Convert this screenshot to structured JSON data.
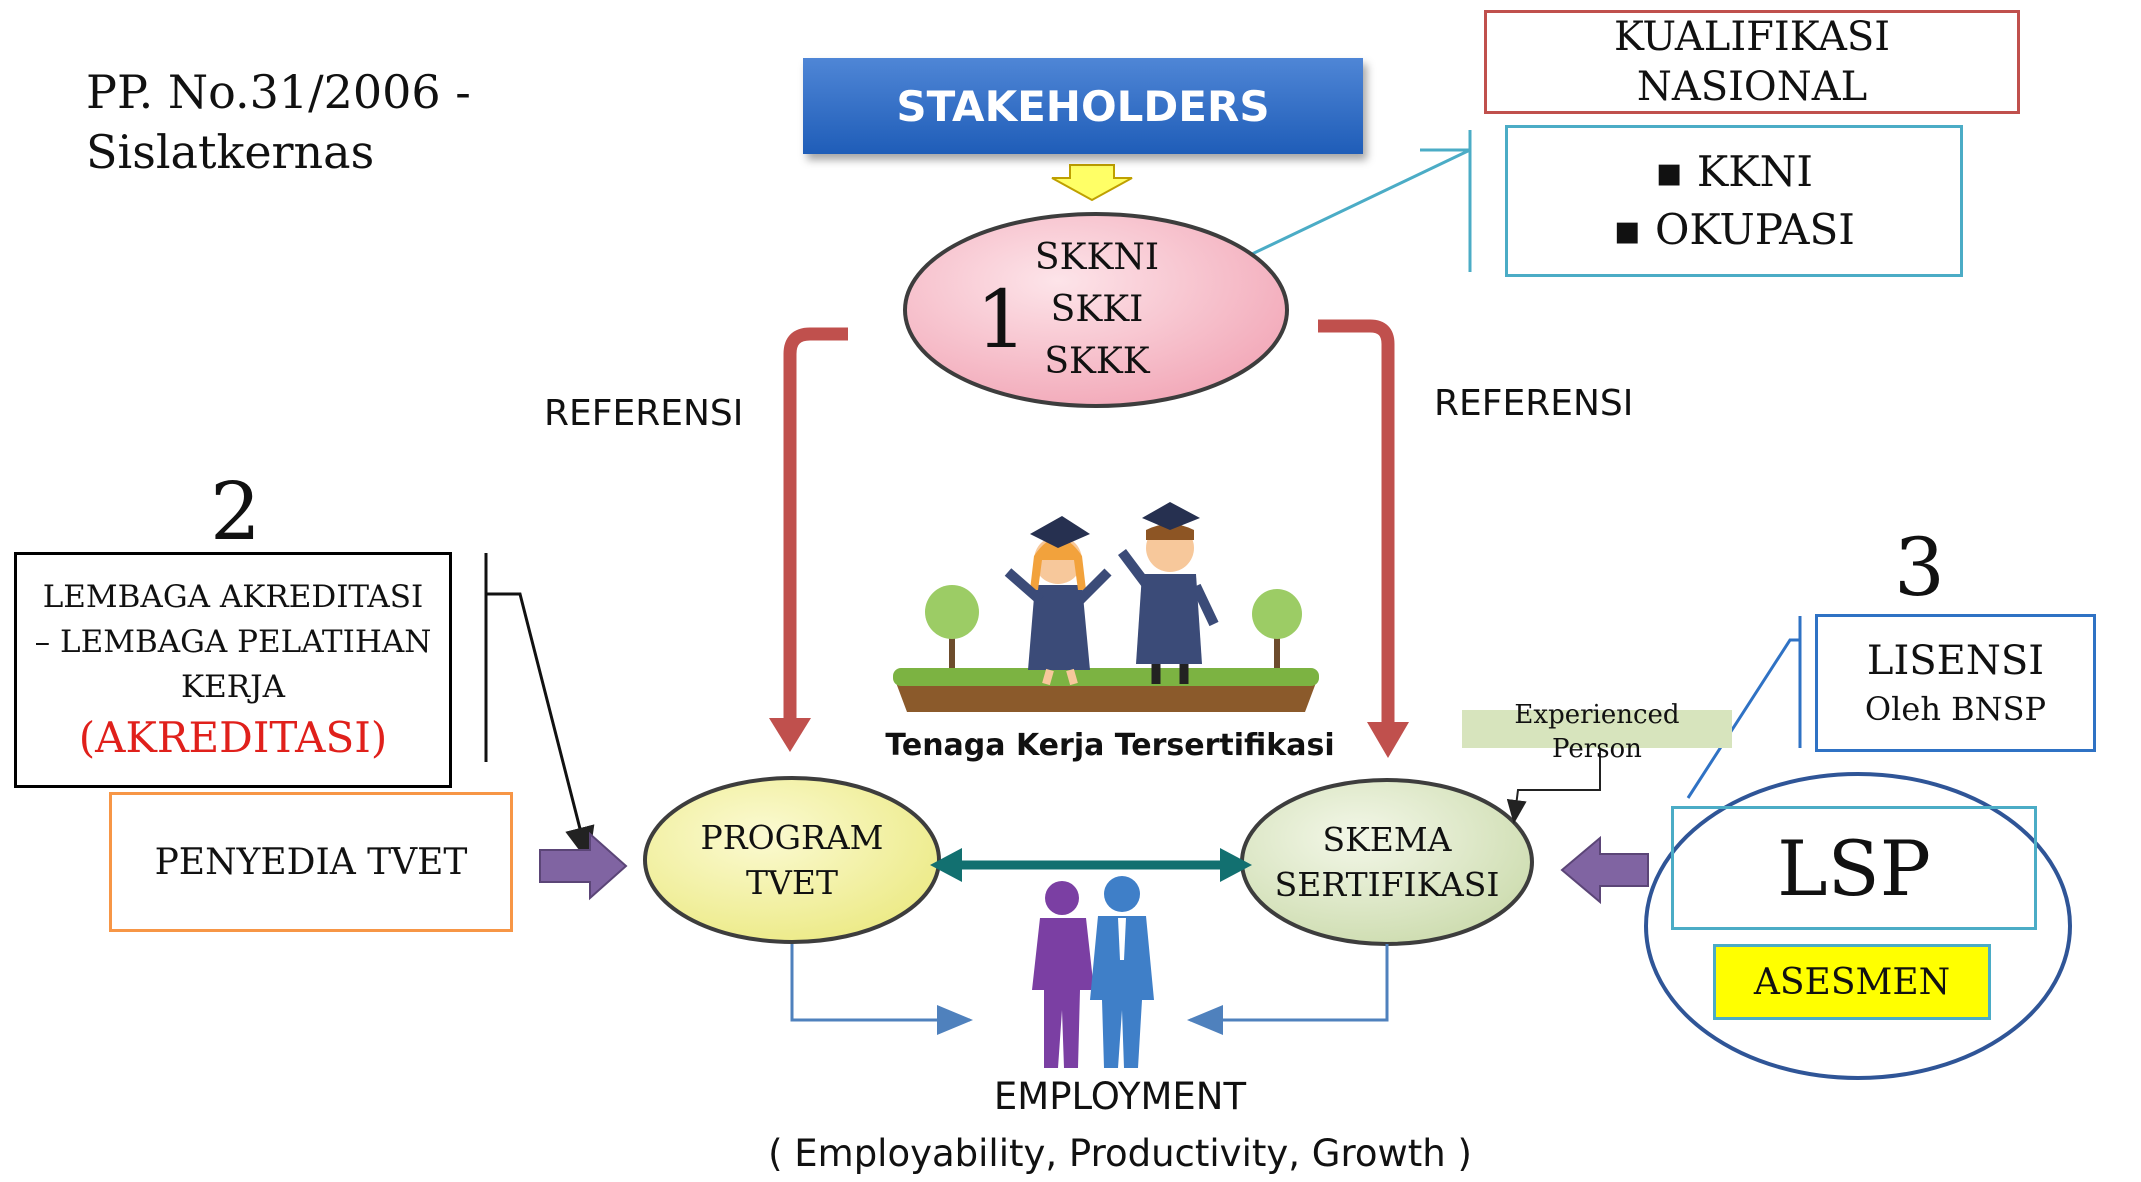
{
  "title": [
    "PP. No.31/2006 -",
    "Sislatkernas"
  ],
  "stakeholders": "STAKEHOLDERS",
  "kualifikasi": [
    "KUALIFIKASI",
    "NASIONAL"
  ],
  "kualifikasi_items": [
    "KKNI",
    "OKUPASI"
  ],
  "standards": {
    "number": "1",
    "items": [
      "SKKNI",
      "SKKI",
      "SKKK"
    ]
  },
  "referensi_left": "REFERENSI",
  "referensi_right": "REFERENSI",
  "accreditation": {
    "number": "2",
    "lines": [
      "LEMBAGA AKREDITASI",
      "– LEMBAGA PELATIHAN",
      "KERJA"
    ],
    "highlight": "(AKREDITASI)"
  },
  "penyedia": "PENYEDIA TVET",
  "program_tvet": [
    "PROGRAM",
    "TVET"
  ],
  "skema": [
    "SKEMA",
    "SERTIFIKASI"
  ],
  "tagline": "Tenaga Kerja Tersertifikasi",
  "experienced": [
    "Experienced",
    "Person"
  ],
  "lisensi": {
    "number": "3",
    "title": "LISENSI",
    "subtitle": "Oleh BNSP"
  },
  "lsp": "LSP",
  "asesmen": "ASESMEN",
  "employment": {
    "title": "EMPLOYMENT",
    "subtitle": "( Employability, Productivity, Growth )"
  },
  "colors": {
    "stakeholder_blue": "#2a6cc9",
    "referensi_arrow": "#c0504d",
    "skkni_fill": "#f8c5cf",
    "tvet_fill": "#f4f2a4",
    "skema_fill": "#e2ecc9",
    "asesmen_fill": "#ffff00",
    "akreditasi_text": "#e0201b",
    "double_arrow": "#127070",
    "side_arrow": "#7e56a6"
  }
}
